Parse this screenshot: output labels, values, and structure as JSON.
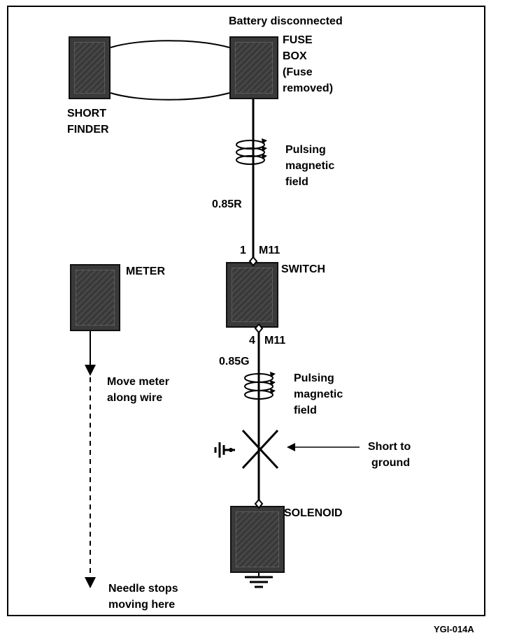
{
  "header": {
    "battery": "Battery disconnected"
  },
  "short_finder": {
    "line1": "SHORT",
    "line2": "FINDER"
  },
  "fuse_box": {
    "line1": "FUSE",
    "line2": "BOX",
    "line3": "(Fuse",
    "line4": "removed)"
  },
  "upper_field": {
    "line1": "Pulsing",
    "line2": "magnetic",
    "line3": "field"
  },
  "upper_wire": {
    "color_code": "0.85R"
  },
  "switch": {
    "label": "SWITCH",
    "top_pin": "1",
    "top_connector": "M11",
    "bottom_pin": "4",
    "bottom_connector": "M11"
  },
  "lower_wire": {
    "color_code": "0.85G"
  },
  "lower_field": {
    "line1": "Pulsing",
    "line2": "magnetic",
    "line3": "field"
  },
  "short": {
    "line1": "Short to",
    "line2": "ground"
  },
  "solenoid": {
    "label": "SOLENOID"
  },
  "meter": {
    "label": "METER",
    "move_line1": "Move meter",
    "move_line2": "along wire",
    "stop_line1": "Needle stops",
    "stop_line2": "moving here"
  },
  "figure_code": "YGI-014A",
  "icons": [
    "ground-symbol-icon",
    "chassis-ground-icon",
    "magnetic-field-coil-icon",
    "short-x-icon",
    "arrow-down-icon"
  ]
}
